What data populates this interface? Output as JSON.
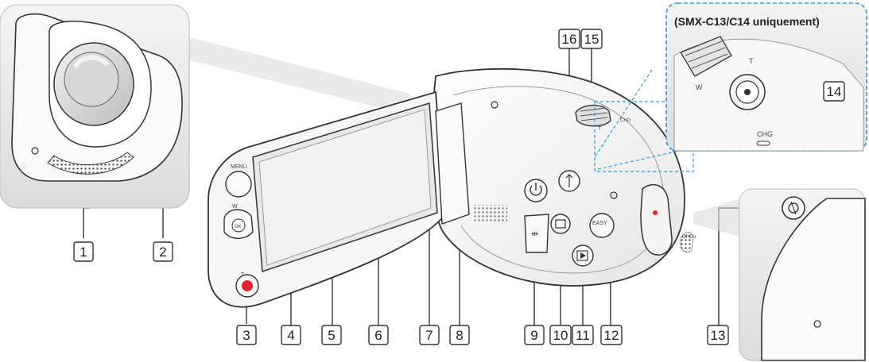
{
  "note": "(SMX-C13/C14 uniquement)",
  "button_labels": {
    "menu": "MENU",
    "ok": "OK",
    "wide": "W",
    "tele": "T",
    "easy": "EASY",
    "charge": "CHG",
    "open": "OPEN"
  },
  "callouts": [
    {
      "id": "1",
      "target": "microphone-grille"
    },
    {
      "id": "2",
      "target": "lens"
    },
    {
      "id": "3",
      "target": "record-button"
    },
    {
      "id": "4",
      "target": "ok-joystick"
    },
    {
      "id": "5",
      "target": "menu-button"
    },
    {
      "id": "6",
      "target": "lcd-screen"
    },
    {
      "id": "7",
      "target": "power-button"
    },
    {
      "id": "8",
      "target": "speaker"
    },
    {
      "id": "9",
      "target": "usb-port-cover"
    },
    {
      "id": "10",
      "target": "display-button"
    },
    {
      "id": "11",
      "target": "playback-button"
    },
    {
      "id": "12",
      "target": "easy-button"
    },
    {
      "id": "13",
      "target": "tripod-socket"
    },
    {
      "id": "14",
      "target": "photo-button"
    },
    {
      "id": "15",
      "target": "zoom-lever"
    },
    {
      "id": "16",
      "target": "mode-button"
    }
  ],
  "colors": {
    "outline": "#333333",
    "accent_blue": "#1ea0dc",
    "record_red": "#e8202a",
    "inset_bg": "#ececec"
  }
}
